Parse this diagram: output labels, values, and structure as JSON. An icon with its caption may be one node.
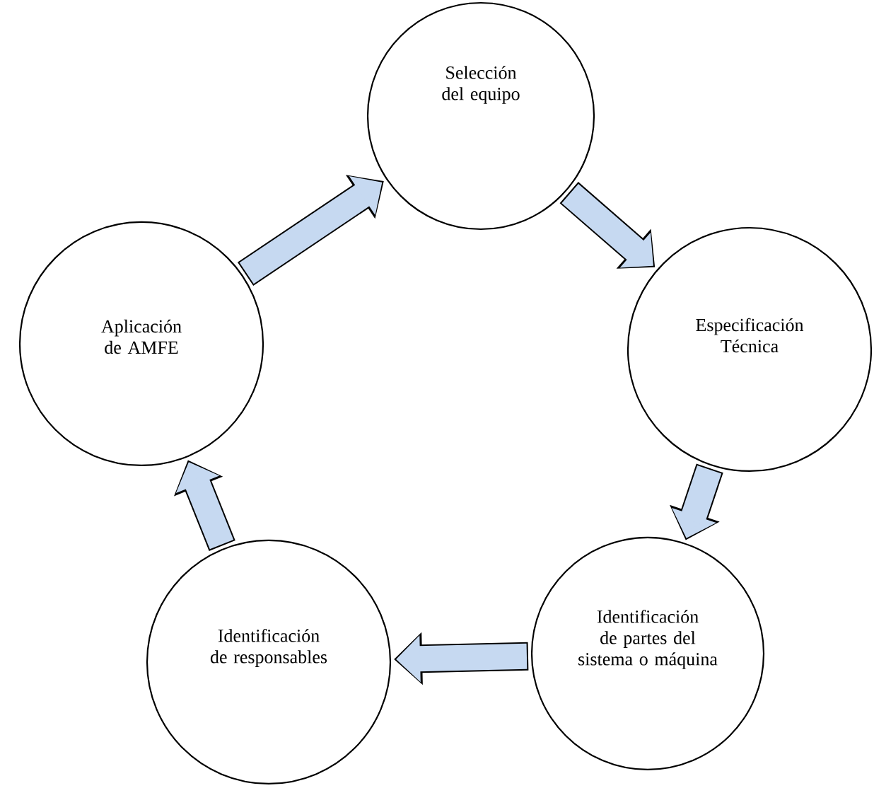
{
  "diagram": {
    "nodes": [
      {
        "text": [
          "Selección del equipo"
        ]
      },
      {
        "text": [
          "Aplicación de AMFE"
        ]
      },
      {
        "text": [
          "Especificación Técnica"
        ]
      },
      {
        "text": [
          "Identificación de responsables"
        ]
      },
      {
        "text": [
          "Identificación de partes del sistema o máquina"
        ]
      }
    ],
    "edges": [
      {
        "from": 0,
        "to": 2,
        "arrow": "to"
      },
      {
        "from": 2,
        "to": 4,
        "arrow": "to"
      },
      {
        "from": 4,
        "to": 3,
        "arrow": "to"
      },
      {
        "from": 3,
        "to": 1,
        "arrow": "to"
      },
      {
        "from": 1,
        "to": 0,
        "arrow": "to"
      }
    ]
  }
}
